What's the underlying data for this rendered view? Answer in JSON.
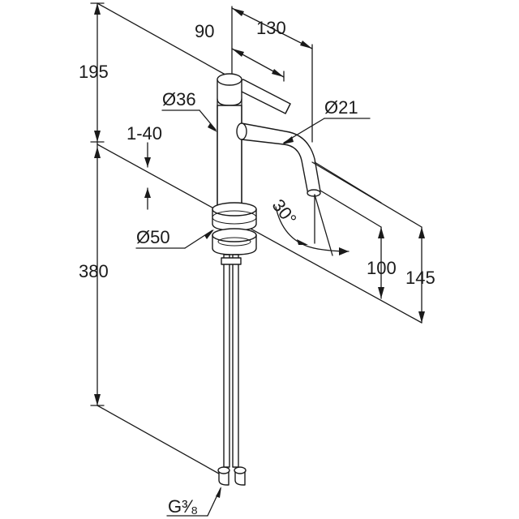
{
  "diagram": {
    "labels": {
      "height_top": "195",
      "height_bottom": "380",
      "spout_reach": "130",
      "lever_offset": "90",
      "body_diameter": "Ø36",
      "spout_diameter": "Ø21",
      "deck_thickness": "1-40",
      "base_diameter": "Ø50",
      "spout_angle": "30°",
      "outlet_height": "100",
      "spout_height": "145",
      "connection_thread": "G³⁄₈"
    }
  }
}
